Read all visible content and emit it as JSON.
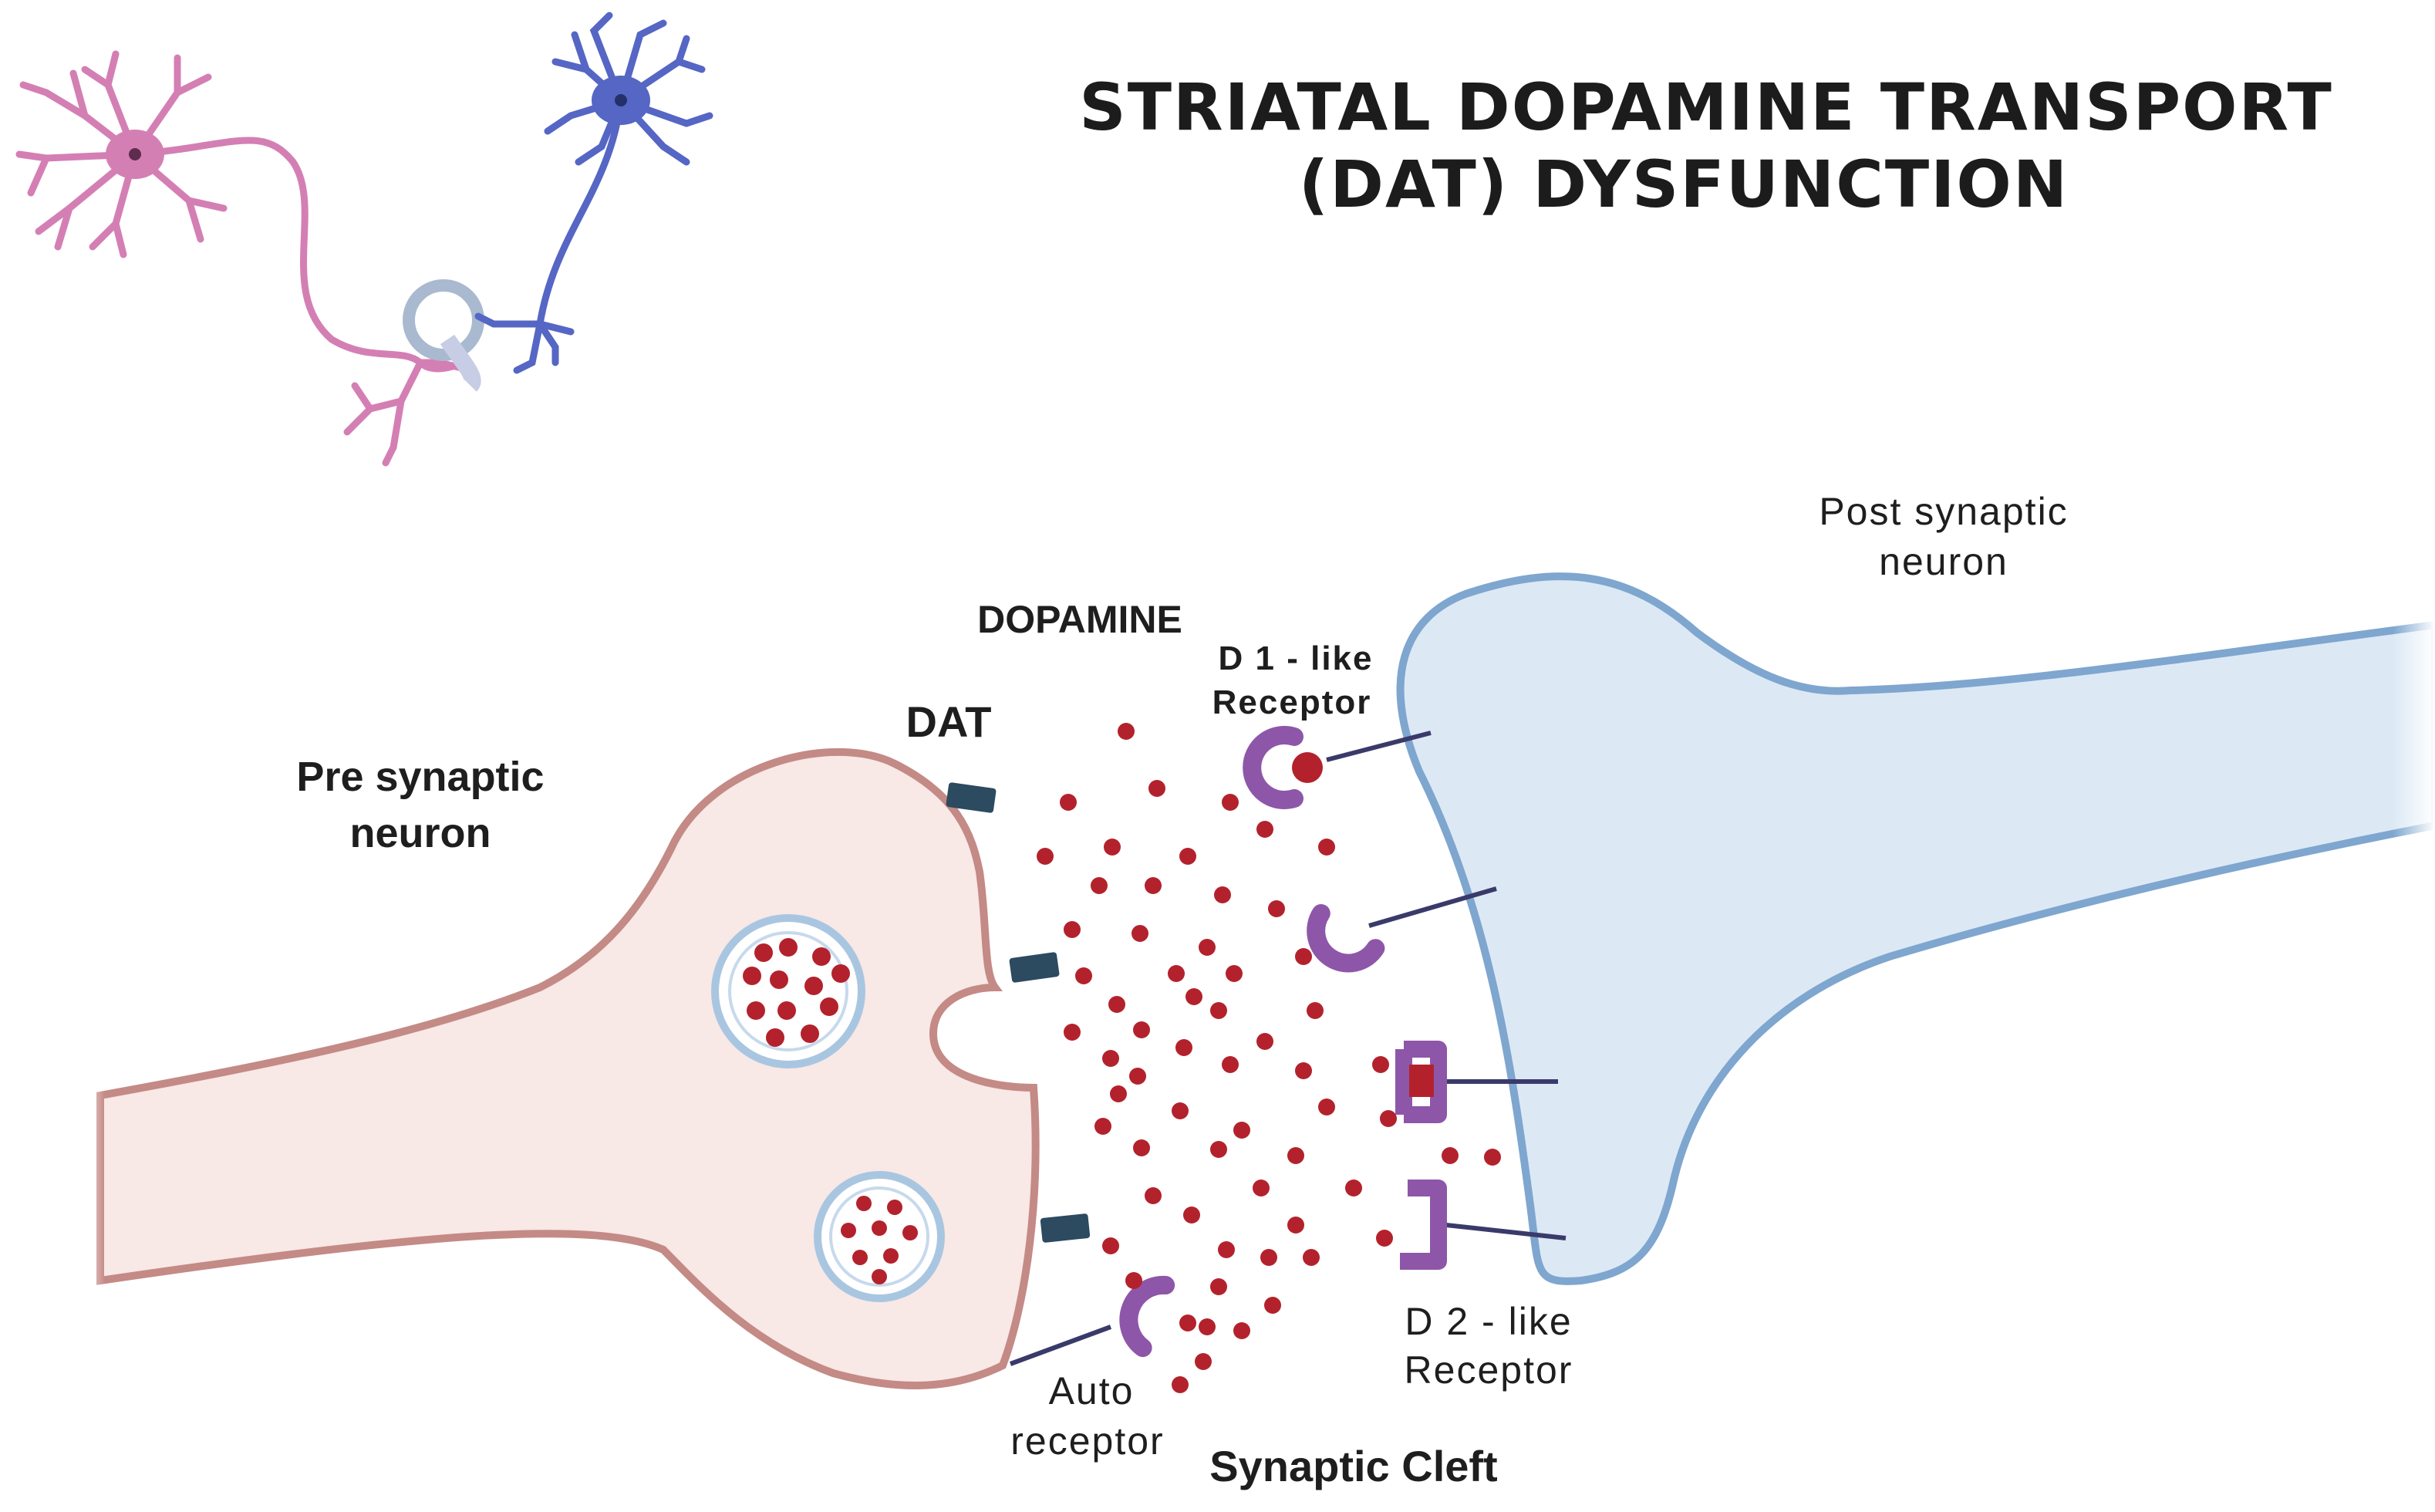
{
  "title": {
    "line1": "STRIATAL DOPAMINE TRANSPORT",
    "line2": "(DAT) DYSFUNCTION"
  },
  "labels": {
    "pre_line1": "Pre synaptic",
    "pre_line2": "neuron",
    "post_line1": "Post synaptic",
    "post_line2": "neuron",
    "dopamine": "DOPAMINE",
    "dat": "DAT",
    "d1_line1": "D 1 - like",
    "d1_line2": "Receptor",
    "d2_line1": "D 2 - like",
    "d2_line2": "Receptor",
    "auto_line1": "Auto",
    "auto_line2": "receptor",
    "cleft": "Synaptic Cleft"
  },
  "colors": {
    "pre_neuron_fill": "#f8e8e6",
    "pre_neuron_stroke": "#c48a86",
    "post_neuron_fill": "#dce9f5",
    "post_neuron_stroke": "#7ea6cf",
    "dopamine": "#b3222c",
    "dat": "#2c4a60",
    "receptor": "#8e56a8",
    "pink_neuron": "#d47fb4",
    "blue_neuron": "#5566c4"
  }
}
